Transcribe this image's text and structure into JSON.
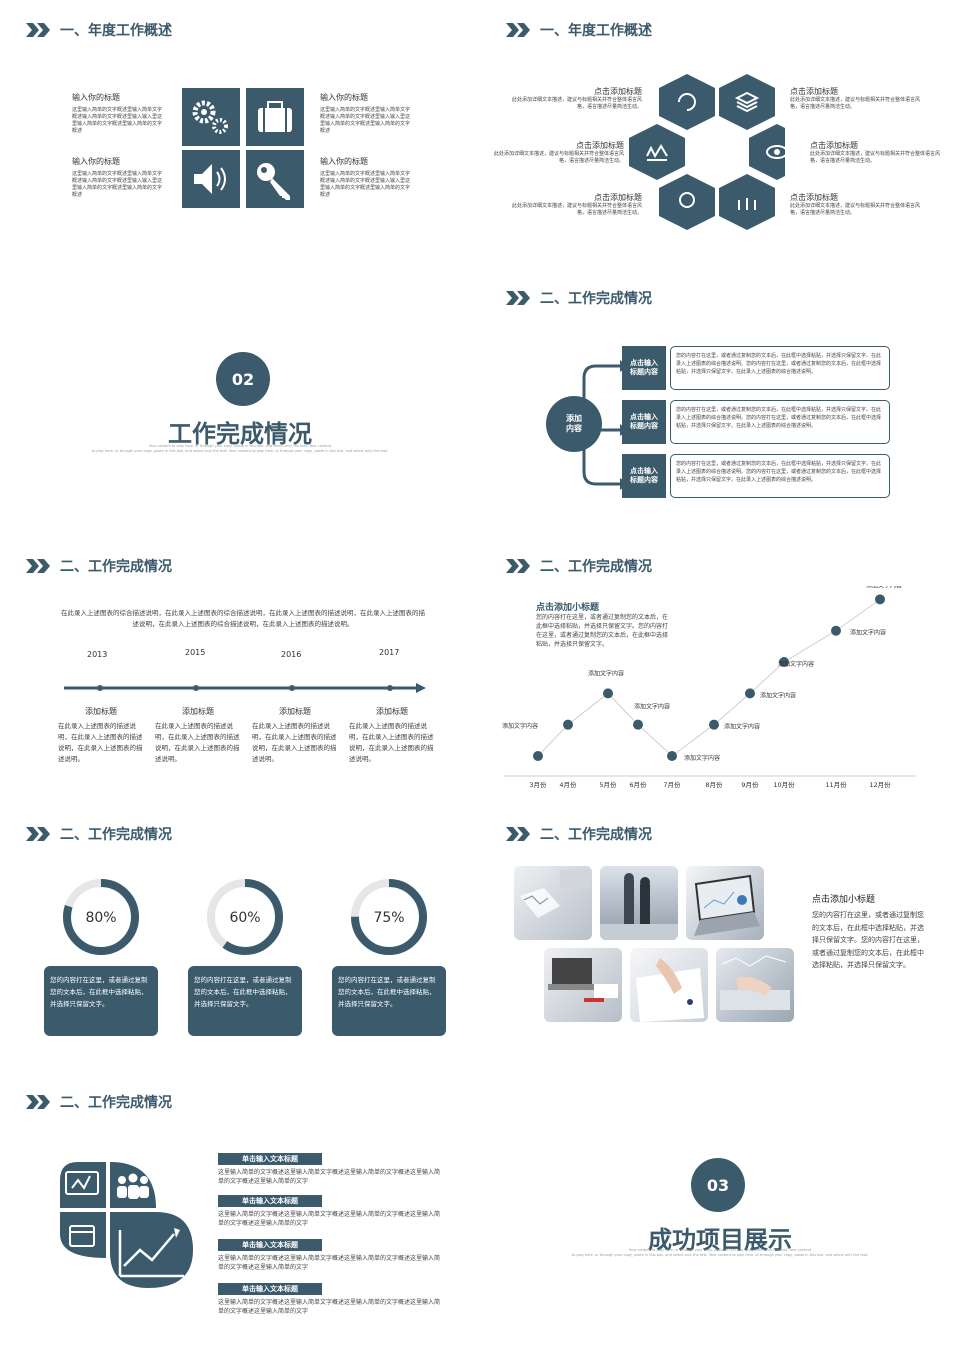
{
  "colors": {
    "primary": "#3b5a6c",
    "light": "#e6e6e6"
  },
  "s1": {
    "heading": "一、年度工作概述",
    "blocks": [
      {
        "title": "输入你的标题",
        "text": "这里输入简单的文字概述里输入简单文字概述输入简单的文字概述里输入输入里这里输入简单的文字概述里输入简单的文字概述"
      },
      {
        "title": "输入你的标题",
        "text": "这里输入简单的文字概述里输入简单文字概述输入简单的文字概述里输入输入里这里输入简单的文字概述里输入简单的文字概述"
      },
      {
        "title": "输入你的标题",
        "text": "这里输入简单的文字概述里输入简单文字概述输入简单的文字概述里输入输入里这里输入简单的文字概述里输入简单的文字概述"
      },
      {
        "title": "输入你的标题",
        "text": "这里输入简单的文字概述里输入简单文字概述输入简单的文字概述里输入输入里这里输入简单的文字概述里输入简单的文字概述"
      }
    ],
    "icons": [
      "gears-icon",
      "briefcase-icon",
      "speaker-icon",
      "key-icon"
    ]
  },
  "s2": {
    "heading": "一、年度工作概述",
    "items": [
      {
        "title": "点击添加标题",
        "text": "此处添加详细文本描述，建议与标题相关并符合整体语言风格，语言描述尽量简洁生动。"
      },
      {
        "title": "点击添加标题",
        "text": "此处添加详细文本描述，建议与标题相关并符合整体语言风格，语言描述尽量简洁生动。"
      },
      {
        "title": "点击添加标题",
        "text": "此处添加详细文本描述，建议与标题相关并符合整体语言风格，语言描述尽量简洁生动。"
      },
      {
        "title": "点击添加标题",
        "text": "此处添加详细文本描述，建议与标题相关并符合整体语言风格，语言描述尽量简洁生动。"
      },
      {
        "title": "点击添加标题",
        "text": "此处添加详细文本描述，建议与标题相关并符合整体语言风格，语言描述尽量简洁生动。"
      },
      {
        "title": "点击添加标题",
        "text": "此处添加详细文本描述，建议与标题相关并符合整体语言风格，语言描述尽量简洁生动。"
      }
    ]
  },
  "s3": {
    "number": "02",
    "title": "工作完成情况",
    "sub1": "Your content to play here, or through your copy, paste in this box, and select only the text. Your content",
    "sub2": "to play here, or through your copy, paste in this box, and select only the text. Your content to play here, or through your copy, paste in this box, and select only the text."
  },
  "s4": {
    "heading": "二、工作完成情况",
    "center": "添加\n内容",
    "rows": [
      {
        "label": "点击输入\n标题内容",
        "text": "您的内容打在这里，或者通过复制您的文本后，在此框中选择粘贴，并选择只保留文字。在此录入上述图表的综合描述说明。您的内容打在这里，或者通过复制您的文本后，在此框中选择粘贴，并选择只保留文字。在此录入上述图表的综合描述说明。"
      },
      {
        "label": "点击输入\n标题内容",
        "text": "您的内容打在这里，或者通过复制您的文本后，在此框中选择粘贴，并选择只保留文字。在此录入上述图表的综合描述说明。您的内容打在这里，或者通过复制您的文本后，在此框中选择粘贴，并选择只保留文字。在此录入上述图表的综合描述说明。"
      },
      {
        "label": "点击输入\n标题内容",
        "text": "您的内容打在这里，或者通过复制您的文本后，在此框中选择粘贴，并选择只保留文字。在此录入上述图表的综合描述说明。您的内容打在这里，或者通过复制您的文本后，在此框中选择粘贴，并选择只保留文字。在此录入上述图表的综合描述说明。"
      }
    ]
  },
  "s5": {
    "heading": "二、工作完成情况",
    "intro": "在此录入上述图表的综合描述说明，在此录入上述图表的综合描述说明，在此录入上述图表的描述说明，在此录入上述图表的描述说明，在此录入上述图表的综合描述说明，在此录入上述图表的描述说明。",
    "years": [
      "2013",
      "2015",
      "2016",
      "2017"
    ],
    "items": [
      {
        "title": "添加标题",
        "text": "在此录入上述图表的描述说明，在此录入上述图表的描述说明，在此录入上述图表的描述说明。"
      },
      {
        "title": "添加标题",
        "text": "在此录入上述图表的描述说明，在此录入上述图表的描述说明，在此录入上述图表的描述说明。"
      },
      {
        "title": "添加标题",
        "text": "在此录入上述图表的描述说明，在此录入上述图表的描述说明，在此录入上述图表的描述说明。"
      },
      {
        "title": "添加标题",
        "text": "在此录入上述图表的描述说明，在此录入上述图表的描述说明，在此录入上述图表的描述说明。"
      }
    ]
  },
  "s6": {
    "heading": "二、工作完成情况",
    "subtitle": "点击添加小标题",
    "desc": "您的内容打在这里，或者通过复制您的文本后，在此框中选择粘贴，并选择只保留文字。您的内容打在这里，或者通过复制您的文本后，在此框中选择粘贴，并选择只保留文字。"
  },
  "chart_data": {
    "type": "line",
    "categories": [
      "3月份",
      "4月份",
      "5月份",
      "6月份",
      "7月份",
      "8月份",
      "9月份",
      "10月份",
      "11月份",
      "12月份"
    ],
    "values": [
      1,
      2,
      3,
      2,
      1,
      2,
      3,
      4,
      5,
      6
    ],
    "labels": [
      "添加文字内容",
      "",
      "添加文字内容",
      "添加文字内容",
      "添加文字内容",
      "添加文字内容",
      "添加文字内容",
      "添加文字内容",
      "添加文字内容",
      "添加文字内容"
    ]
  },
  "s7": {
    "heading": "二、工作完成情况",
    "rings": [
      {
        "percent": 80,
        "label": "80%",
        "text": "您的内容打在这里，或者通过复制您的文本后，在此框中选择粘贴，并选择只保留文字。"
      },
      {
        "percent": 60,
        "label": "60%",
        "text": "您的内容打在这里，或者通过复制您的文本后，在此框中选择粘贴，并选择只保留文字。"
      },
      {
        "percent": 75,
        "label": "75%",
        "text": "您的内容打在这里，或者通过复制您的文本后，在此框中选择粘贴，并选择只保留文字。"
      }
    ]
  },
  "s8": {
    "heading": "二、工作完成情况",
    "subtitle": "点击添加小标题",
    "text": "您的内容打在这里，或者通过复制您的文本后，在此框中选择粘贴，并选择只保留文字。您的内容打在这里，或者通过复制您的文本后，在此框中选择粘贴，并选择只保留文字。"
  },
  "s9": {
    "heading": "二、工作完成情况",
    "items": [
      {
        "title": "单击输入文本标题",
        "text": "这里输入简单的文字概述这里输入简单文字概述这里输入简单的文字概述这里输入简单的文字概述这里输入简单的文字"
      },
      {
        "title": "单击输入文本标题",
        "text": "这里输入简单的文字概述这里输入简单文字概述这里输入简单的文字概述这里输入简单的文字概述这里输入简单的文字"
      },
      {
        "title": "单击输入文本标题",
        "text": "这里输入简单的文字概述这里输入简单文字概述这里输入简单的文字概述这里输入简单的文字概述这里输入简单的文字"
      },
      {
        "title": "单击输入文本标题",
        "text": "这里输入简单的文字概述这里输入简单文字概述这里输入简单的文字概述这里输入简单的文字概述这里输入简单的文字"
      }
    ]
  },
  "s10": {
    "number": "03",
    "title": "成功项目展示",
    "sub1": "Your content to play here, or through your copy, paste in this box, and select only the text. Your content",
    "sub2": "to play here, or through your copy, paste in this box, and select only the text. Your content to play here, or through your copy, paste in this box, and select only the text."
  }
}
